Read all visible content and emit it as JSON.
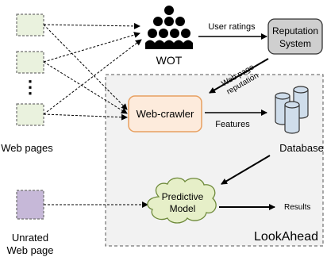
{
  "labels": {
    "web_pages": "Web pages",
    "vertical_dots": "⋮",
    "wot": "WOT",
    "user_ratings": "User ratings",
    "reputation_line1": "Reputation",
    "reputation_line2": "System",
    "web_page_reputation_line1": "Web page",
    "web_page_reputation_line2": "reputation",
    "web_crawler": "Web-crawler",
    "features": "Features",
    "database": "Database",
    "predictive_line1": "Predictive",
    "predictive_line2": "Model",
    "results": "Results",
    "unrated_line1": "Unrated",
    "unrated_line2": "Web page",
    "lookahead": "LookAhead"
  },
  "colors": {
    "web_page_fill": "#EAF2DE",
    "web_page_stroke": "#707070",
    "unrated_fill": "#C6B8D8",
    "crawler_fill": "#FDEBDC",
    "crawler_stroke": "#E8A060",
    "reputation_fill": "#CFCFCF",
    "database_fill": "#CFDDEB",
    "predictive_fill": "#E6EFC8",
    "predictive_stroke": "#6E8A3A",
    "lookahead_fill": "#F2F2F2"
  },
  "icons": {
    "wot": "people-group-icon",
    "database": "database-cylinders-icon"
  }
}
